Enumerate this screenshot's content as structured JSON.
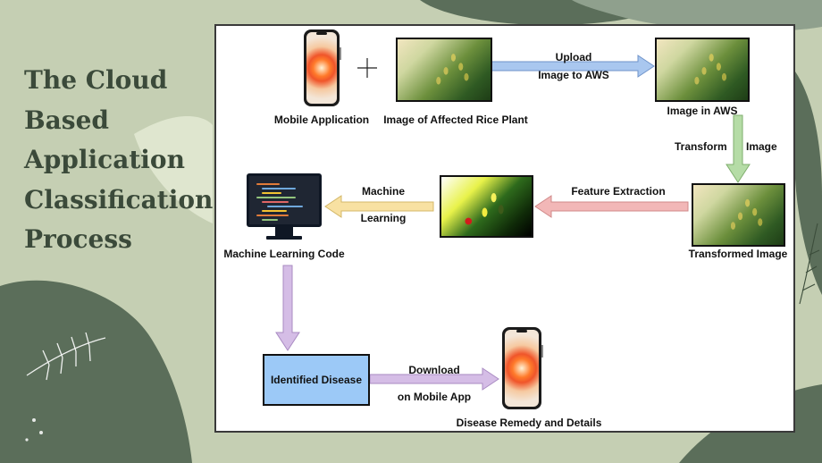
{
  "slide": {
    "title_lines": [
      "The Cloud",
      "Based",
      "Application",
      "Classification",
      "Process"
    ],
    "colors": {
      "background": "#c5cfb3",
      "dark_leaf": "#5b6e5a",
      "title": "#3b4a3a"
    }
  },
  "diagram": {
    "nodes": {
      "mobile_app": {
        "label": "Mobile Application",
        "icon": "smartphone-icon"
      },
      "plus": {
        "label": "+"
      },
      "rice_image": {
        "label": "Image of Affected Rice Plant",
        "icon": "rice-plant-photo"
      },
      "aws_image": {
        "label": "Image in AWS",
        "icon": "rice-plant-photo"
      },
      "transformed": {
        "label": "Transformed Image",
        "icon": "rice-plant-photo"
      },
      "feature_img": {
        "icon": "feature-extracted-photo"
      },
      "ml_code": {
        "label": "Machine Learning Code",
        "icon": "monitor-code-icon"
      },
      "disease": {
        "label": "Identified Disease"
      },
      "remedy": {
        "label": "Disease Remedy and Details",
        "icon": "smartphone-icon"
      }
    },
    "edges": {
      "upload": {
        "line1": "Upload",
        "line2": "Image to AWS",
        "color": "#a9c7ef"
      },
      "transform": {
        "line1": "Transform",
        "line2": "Image",
        "color": "#b5dca6"
      },
      "feature": {
        "label": "Feature Extraction",
        "color": "#f2b7b7"
      },
      "ml": {
        "line1": "Machine",
        "line2": "Learning",
        "color": "#f8e1a2"
      },
      "down": {
        "color": "#d5bde6"
      },
      "download": {
        "line1": "Download",
        "line2": "on Mobile App",
        "color": "#d5bde6"
      }
    }
  }
}
